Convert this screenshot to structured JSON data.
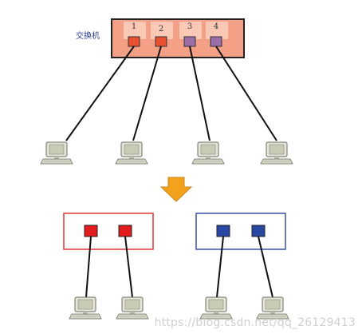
{
  "switch": {
    "label": "交换机",
    "ports": [
      {
        "number": "1",
        "color": "#e8502f"
      },
      {
        "number": "2",
        "color": "#e8502f"
      },
      {
        "number": "3",
        "color": "#9b6fa6"
      },
      {
        "number": "4",
        "color": "#9b6fa6"
      }
    ],
    "body_color": "#f4a086"
  },
  "vlans": [
    {
      "border_color": "#e03535",
      "port_color": "#e21c1c"
    },
    {
      "border_color": "#3a4fa8",
      "port_color": "#2847a3"
    }
  ],
  "arrow": {
    "color": "#f2a21c",
    "icon": "down-arrow-icon"
  },
  "computer_icon": "computer-icon",
  "watermark": "https://blog.csdn.net/qq_26129413"
}
